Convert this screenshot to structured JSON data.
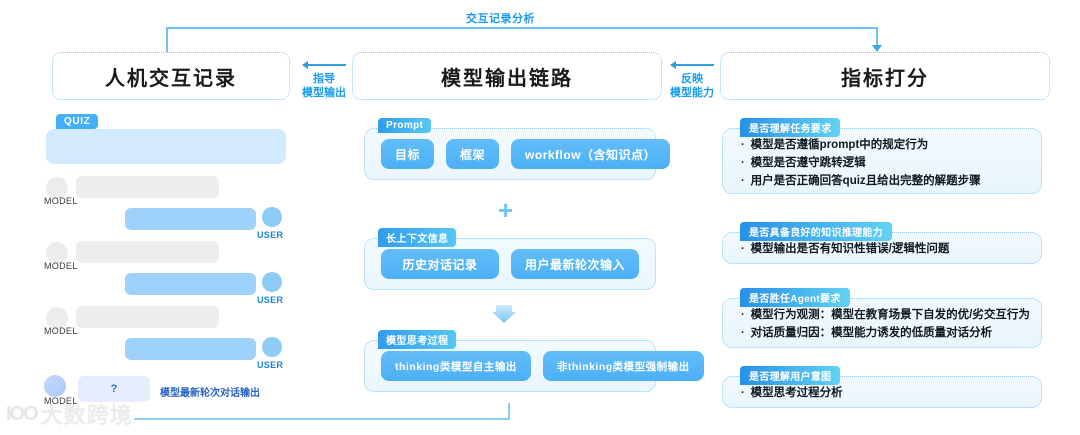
{
  "flow": {
    "top_label": "交互记录分析",
    "arrow_left": {
      "line1": "指导",
      "line2": "模型输出"
    },
    "arrow_right": {
      "line1": "反映",
      "line2": "模型能力"
    }
  },
  "panels": {
    "left_title": "人机交互记录",
    "middle_title": "模型输出链路",
    "right_title": "指标打分"
  },
  "chat": {
    "quiz_tag": "QUIZ",
    "model_label": "MODEL",
    "user_label": "USER",
    "last_bubble_text": "?",
    "last_note": "模型最新轮次对话输出"
  },
  "chain": {
    "groups": [
      {
        "tag": "Prompt",
        "items": [
          "目标",
          "框架",
          "workflow（含知识点）"
        ]
      },
      {
        "tag": "长上下文信息",
        "items": [
          "历史对话记录",
          "用户最新轮次输入"
        ]
      },
      {
        "tag": "模型思考过程",
        "items": [
          "thinking类模型自主输出",
          "非thinking类模型强制输出"
        ]
      }
    ],
    "plus_symbol": "+"
  },
  "metrics": {
    "groups": [
      {
        "tag": "是否理解任务要求",
        "items": [
          "模型是否遵循prompt中的规定行为",
          "模型是否遵守跳转逻辑",
          "用户是否正确回答quiz且给出完整的解题步骤"
        ]
      },
      {
        "tag": "是否具备良好的知识推理能力",
        "items": [
          "模型输出是否有知识性错误/逻辑性问题"
        ]
      },
      {
        "tag": "是否胜任Agent要求",
        "items": [
          "模型行为观测：模型在教育场景下自发的优/劣交互行为",
          "对话质量归因：模型能力诱发的低质量对话分析"
        ]
      },
      {
        "tag": "是否理解用户意图",
        "items": [
          "模型思考过程分析"
        ]
      }
    ]
  },
  "watermark": {
    "logo": "IOO",
    "text": "大数跨境"
  },
  "colors": {
    "accent": "#1a9bf0",
    "pill": "#4cb0f5",
    "connector": "#6fc3ee",
    "bubble_user": "#9ed2fa",
    "bubble_model": "#ededed"
  }
}
